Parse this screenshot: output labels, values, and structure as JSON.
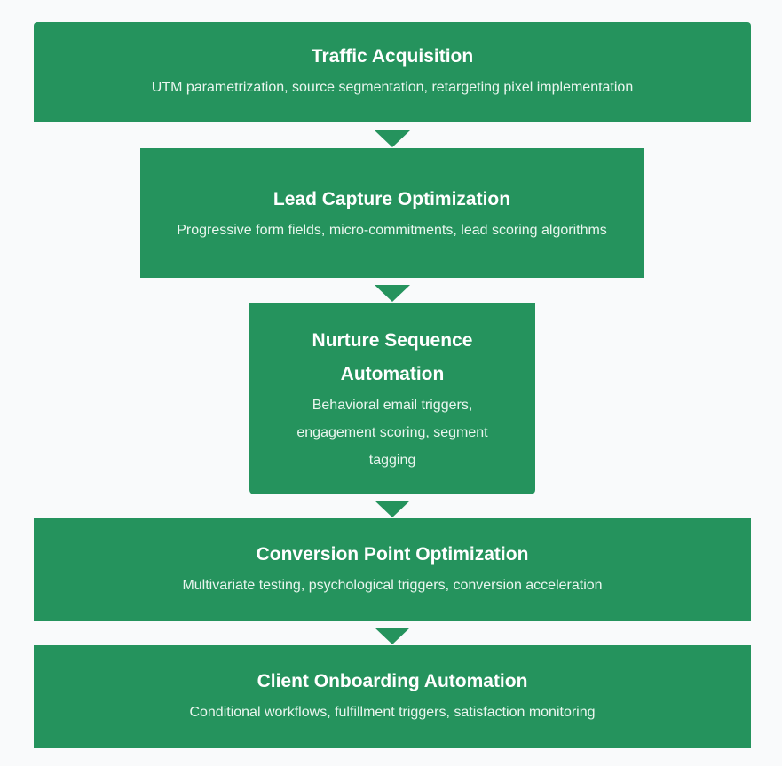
{
  "stages": [
    {
      "title": "Traffic Acquisition",
      "description": "UTM parametrization, source segmentation, retargeting pixel implementation"
    },
    {
      "title": "Lead Capture Optimization",
      "description": "Progressive form fields, micro-commitments, lead scoring algorithms"
    },
    {
      "title": "Nurture Sequence Automation",
      "description": "Behavioral email triggers, engagement scoring, segment tagging"
    },
    {
      "title": "Conversion Point Optimization",
      "description": "Multivariate testing, psychological triggers, conversion acceleration"
    },
    {
      "title": "Client Onboarding Automation",
      "description": "Conditional workflows, fulfillment triggers, satisfaction monitoring"
    }
  ],
  "colors": {
    "box_fill": "#25935d",
    "arrow_fill": "#25935d",
    "background": "#f9fafb",
    "text": "#ffffff"
  },
  "connector_icon": "down-triangle-arrow"
}
